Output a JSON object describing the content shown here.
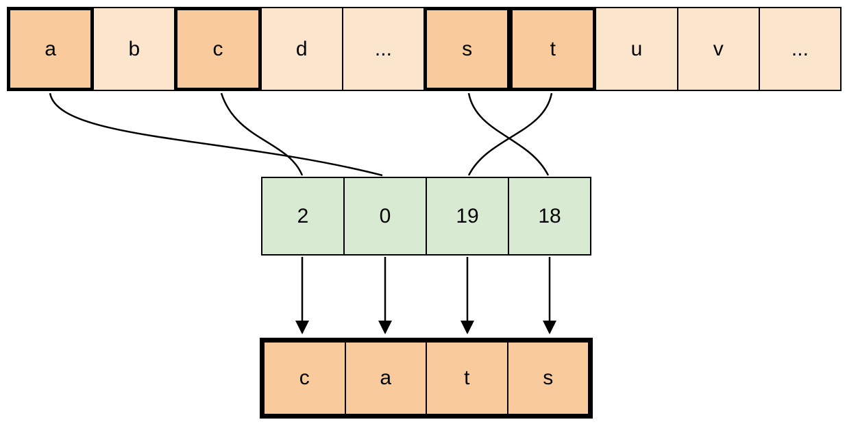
{
  "diagram": {
    "alphabet_row": {
      "cells": [
        {
          "label": "a",
          "highlighted": true
        },
        {
          "label": "b",
          "highlighted": false
        },
        {
          "label": "c",
          "highlighted": true
        },
        {
          "label": "d",
          "highlighted": false
        },
        {
          "label": "...",
          "highlighted": false
        },
        {
          "label": "s",
          "highlighted": true
        },
        {
          "label": "t",
          "highlighted": true
        },
        {
          "label": "u",
          "highlighted": false
        },
        {
          "label": "v",
          "highlighted": false
        },
        {
          "label": "...",
          "highlighted": false
        }
      ]
    },
    "index_row": {
      "cells": [
        {
          "value": "2"
        },
        {
          "value": "0"
        },
        {
          "value": "19"
        },
        {
          "value": "18"
        }
      ]
    },
    "result_row": {
      "cells": [
        {
          "letter": "c"
        },
        {
          "letter": "a"
        },
        {
          "letter": "t"
        },
        {
          "letter": "s"
        }
      ]
    },
    "mappings": [
      {
        "from_letter": "c",
        "to_index": "2"
      },
      {
        "from_letter": "a",
        "to_index": "0"
      },
      {
        "from_letter": "t",
        "to_index": "19"
      },
      {
        "from_letter": "s",
        "to_index": "18"
      }
    ],
    "colors": {
      "cell_light": "#fce5cd",
      "cell_highlight": "#f9cb9c",
      "index_green": "#d9ead3",
      "border": "#000000"
    }
  }
}
